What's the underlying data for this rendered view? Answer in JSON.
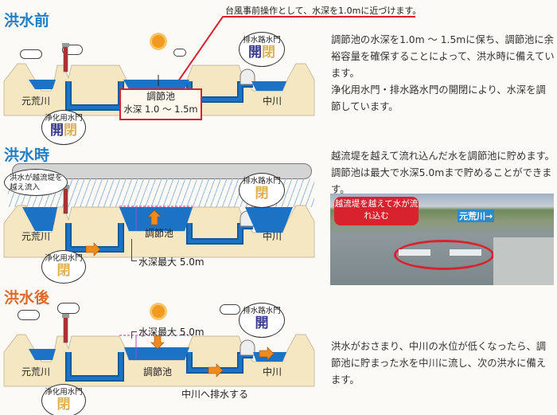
{
  "annotation": "台風事前操作として、水深を1.0mに近づけます。",
  "panels": [
    {
      "title": "洪水前",
      "left_river": "元荒川",
      "right_river": "中川",
      "pond": "調節池",
      "depth": "水深 1.0 ～ 1.5m",
      "purify_gate": {
        "label": "浄化用水門",
        "open": "開",
        "closed": "閉"
      },
      "drain_gate": {
        "label": "排水路水門",
        "open": "開",
        "closed": "閉"
      }
    },
    {
      "title": "洪水時",
      "left_river": "元荒川",
      "right_river": "中川",
      "pond": "調節池",
      "depth": "水深最大 5.0m",
      "overflow_note": "洪水が越流堤を越え流入",
      "purify_gate": {
        "label": "浄化用水門",
        "state": "閉"
      },
      "drain_gate": {
        "label": "排水路水門",
        "state": "閉"
      }
    },
    {
      "title": "洪水後",
      "left_river": "元荒川",
      "right_river": "中川",
      "pond": "調節池",
      "depth": "水深最大 5.0m",
      "drain_note": "中川へ排水する",
      "purify_gate": {
        "label": "浄化用水門",
        "state": "閉"
      },
      "drain_gate": {
        "label": "排水路水門",
        "state": "開"
      }
    }
  ],
  "descriptions": [
    "調節池の水深を1.0m ～ 1.5mに保ち、調節池に余裕容量を確保することによって、洪水時に備えています。",
    "浄化用水門・排水路水門の開閉により、水深を調節しています。",
    "越流堤を越えて流れ込んだ水を調節池に貯めます。調節池は最大で水深5.0mまで貯めることができます。",
    "洪水がおさまり、中川の水位が低くなったら、調節池に貯まった水を中川に流し、次の洪水に備えます。"
  ],
  "photo": {
    "callout": "越流堤を越えて水が流れ込む",
    "river_label": "元荒川→"
  },
  "colors": {
    "before": "#1f7fc8",
    "during": "#1f7fc8",
    "after": "#e0692a",
    "water": "#1c72c4",
    "sand": "#f6e7c3",
    "red": "#d8232f"
  }
}
